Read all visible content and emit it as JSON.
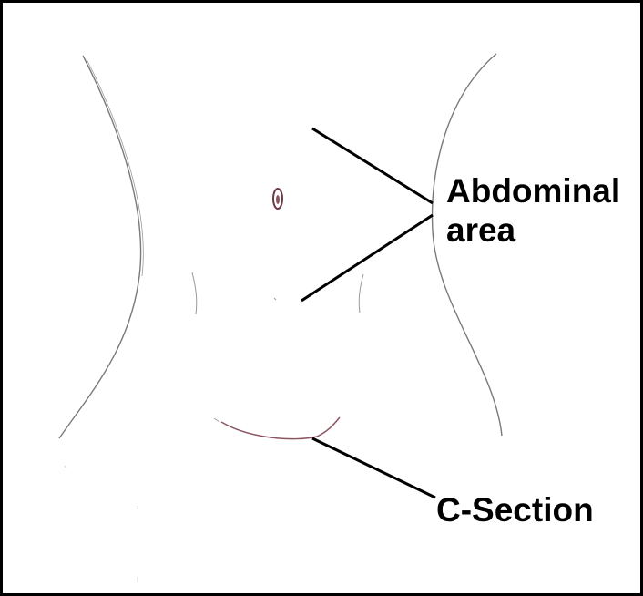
{
  "labels": {
    "abdominal_line1": "Abdominal",
    "abdominal_line2": "area",
    "c_section": "C-Section"
  },
  "colors": {
    "sketch_stroke": "#7a7a7a",
    "incision_stroke": "#8a5560",
    "navel": "#6b3a45",
    "leader": "#000000",
    "frame": "#000000"
  }
}
